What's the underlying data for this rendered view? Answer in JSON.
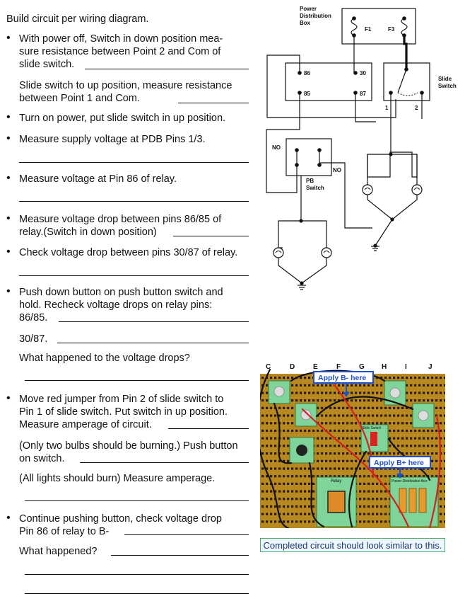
{
  "intro": "Build circuit per wiring diagram.",
  "items": {
    "b1": [
      "With power off, Switch in down position mea-",
      "sure resistance between Point 2 and Com of",
      "slide switch."
    ],
    "b1b": [
      "Slide switch to up position, measure resistance",
      "between Point 1 and Com."
    ],
    "b2": "Turn on power, put slide switch in up position.",
    "b3": "Measure supply voltage at PDB Pins 1/3.",
    "b4": "Measure voltage at Pin 86 of relay.",
    "b5": [
      "Measure voltage drop between pins 86/85 of",
      "relay.(Switch in down position)"
    ],
    "b6": "Check voltage drop between pins 30/87 of relay.",
    "b7": [
      "Push down button on push button switch and",
      "hold. Recheck voltage drops on relay pins:",
      "86/85."
    ],
    "b7b": "30/87.",
    "b7c": "What happened to the voltage drops?",
    "b8": [
      "Move red jumper from Pin 2 of slide switch to",
      "Pin 1 of slide switch. Put switch in up position.",
      "Measure amperage of circuit."
    ],
    "b8b": [
      "(Only two bulbs should be burning.) Push button",
      "on switch."
    ],
    "b8c": "(All lights should burn) Measure amperage.",
    "b9": [
      "Continue pushing button, check voltage drop",
      "Pin 86 of relay to B-"
    ],
    "b9b": "What happened?"
  },
  "diagram": {
    "pdb_label": [
      "Power",
      "Distribution",
      "Box"
    ],
    "f1": "F1",
    "f3": "F3",
    "pin86": "86",
    "pin30": "30",
    "pin85": "85",
    "pin87": "87",
    "slide_label": [
      "Slide",
      "Switch"
    ],
    "sw1": "1",
    "sw2": "2",
    "no1": "NO",
    "no2": "NO",
    "pb_label": [
      "PB",
      "Switch"
    ]
  },
  "photo": {
    "columns": [
      "C",
      "D",
      "E",
      "F",
      "G",
      "H",
      "I",
      "J"
    ],
    "apply_bminus": "Apply B- here",
    "apply_bplus": "Apply B+ here",
    "relay": "Relay",
    "pdb": "Power Distribution Box",
    "slide": "Slide Switch"
  },
  "caption": "Completed circuit should look similar to this.",
  "colors": {
    "board": "#c89a2a",
    "module": "#6fcf8f",
    "label_blue": "#1e4fd0",
    "wire_red": "#d42020"
  }
}
